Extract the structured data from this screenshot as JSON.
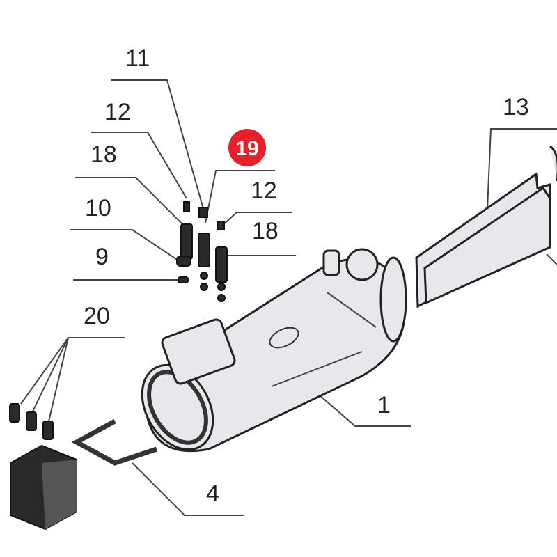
{
  "title": "Exploded parts diagram",
  "callouts": {
    "c11": "11",
    "c12a": "12",
    "c18a": "18",
    "c10": "10",
    "c9": "9",
    "c19": "19",
    "c12b": "12",
    "c18b": "18",
    "c13": "13",
    "c20": "20",
    "c1": "1",
    "c4": "4"
  },
  "colors": {
    "highlight_badge": "#e8202a",
    "line": "#444444"
  }
}
